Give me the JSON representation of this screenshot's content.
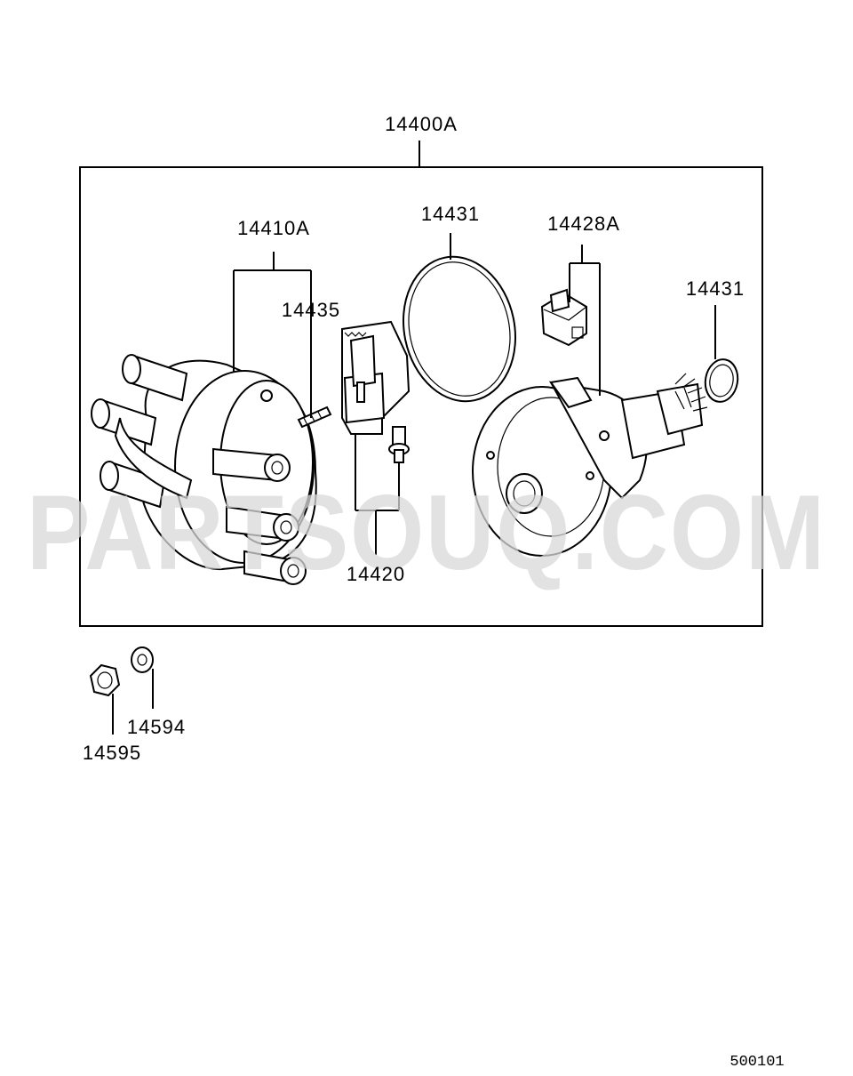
{
  "labels": {
    "assembly": "14400A",
    "cap": "14410A",
    "cap_screw": "14435",
    "oring_large": "14431",
    "oring_small": "14431",
    "rotor": "14420",
    "igniter": "14428A",
    "nut": "14595",
    "washer": "14594"
  },
  "watermark": "PARTSOUQ.COM",
  "diagram_code": "500101"
}
